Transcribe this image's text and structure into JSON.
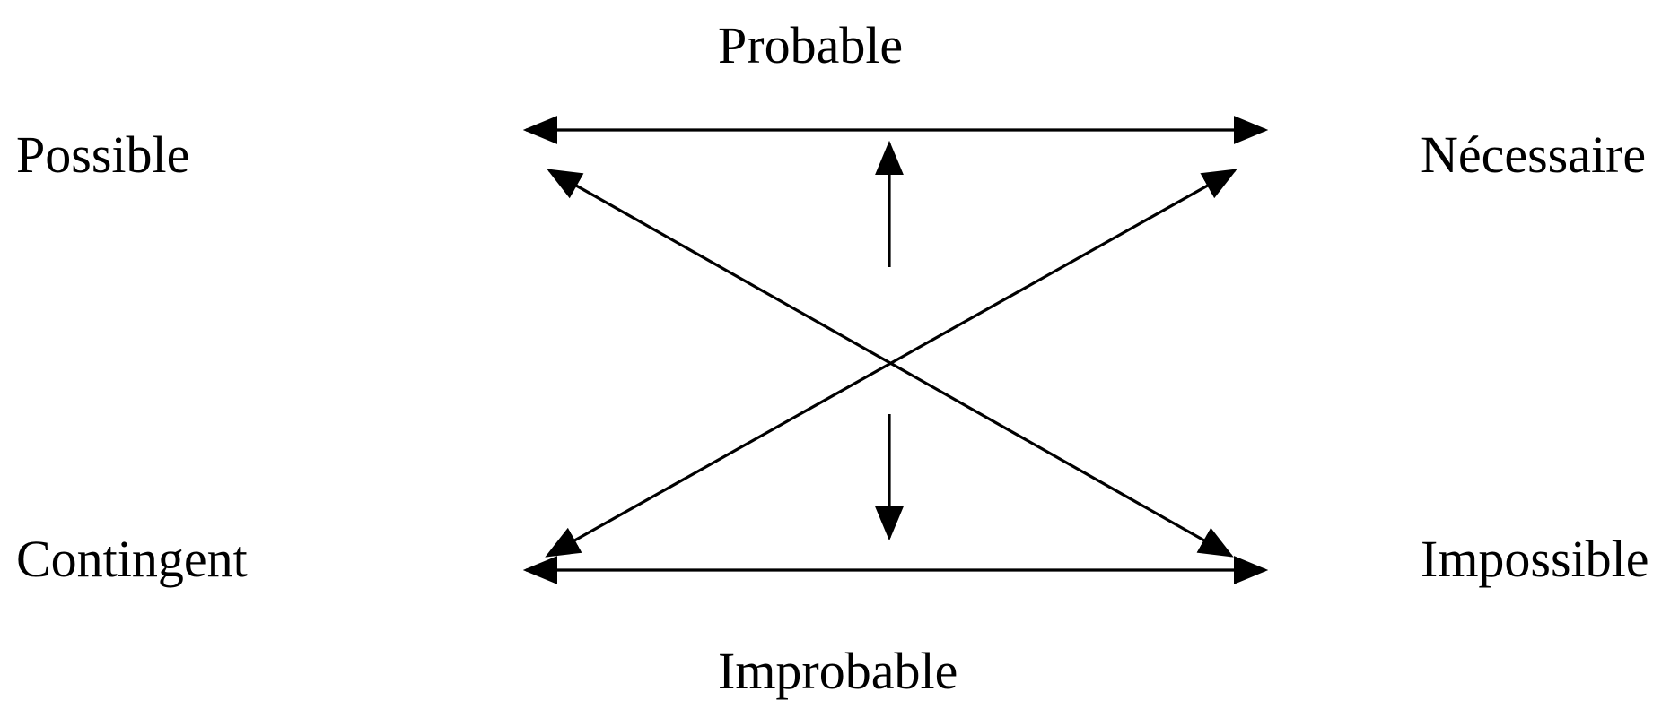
{
  "labels": {
    "probable": "Probable",
    "possible": "Possible",
    "necessaire": "Nécessaire",
    "contingent": "Contingent",
    "impossible": "Impossible",
    "improbable": "Improbable"
  },
  "colors": {
    "ink": "#000000",
    "background": "#ffffff"
  }
}
